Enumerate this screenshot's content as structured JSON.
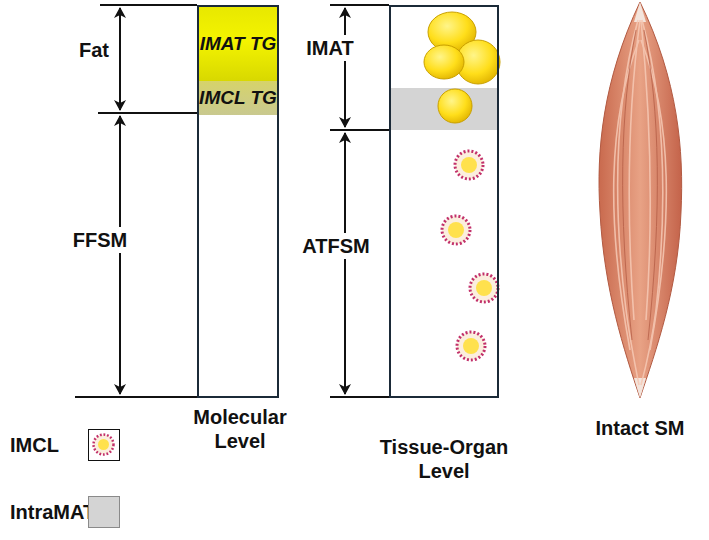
{
  "diagram": {
    "nodes": [
      {
        "text": [
          "Molecular Level"
        ]
      },
      {
        "text": [
          "IMAT TG"
        ],
        "in": 0
      },
      {
        "text": [
          "IMCL TG"
        ],
        "in": 0
      },
      {
        "text": [
          "Tissue-Organ Level"
        ]
      }
    ],
    "labels": [
      "Fat",
      "FFSM",
      "IMAT",
      "ATFSM",
      "Intact SM"
    ],
    "legend": [
      {
        "text": "IMCL"
      },
      {
        "text": "IntraMAT",
        "color": "#d4d4d4"
      }
    ]
  }
}
